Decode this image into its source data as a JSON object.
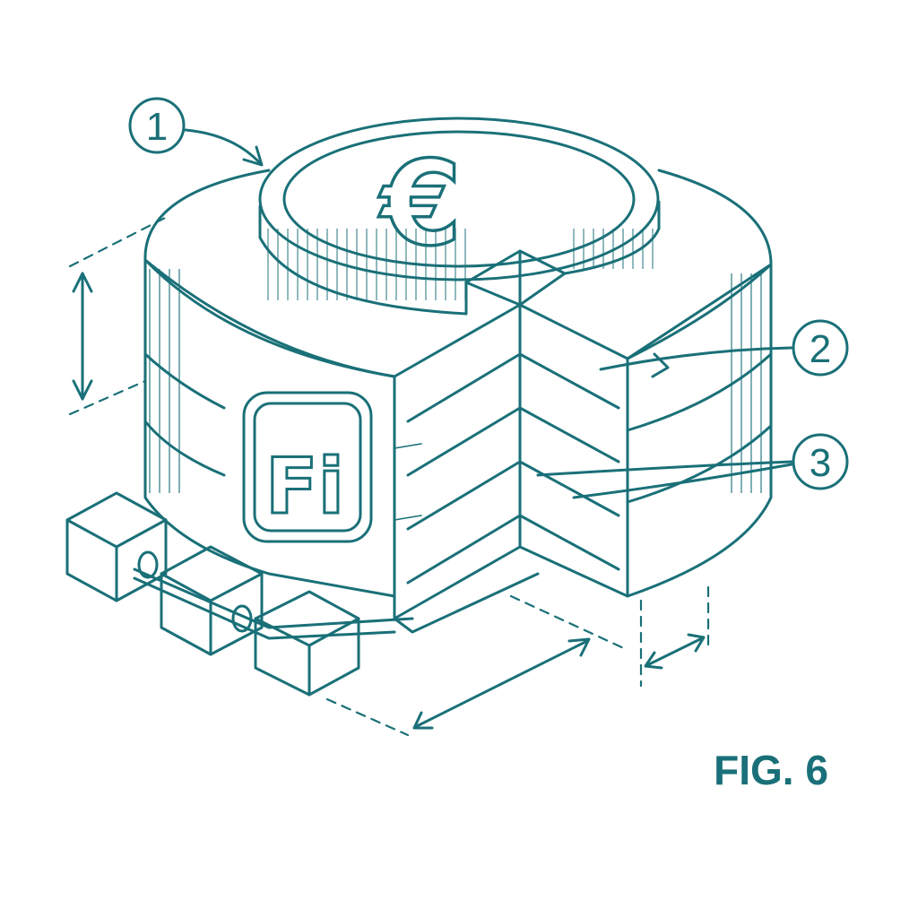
{
  "callouts": [
    {
      "number": "1"
    },
    {
      "number": "2"
    },
    {
      "number": "3"
    }
  ],
  "figure_label": "FIG. 6",
  "logo_text": "Fi",
  "coin_symbol": "€",
  "color": "#1a7078"
}
